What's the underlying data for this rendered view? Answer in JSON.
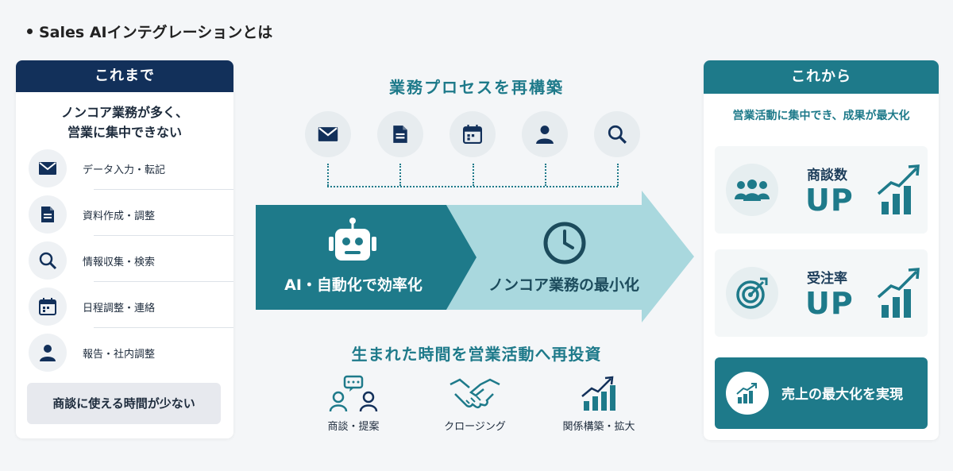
{
  "heading": "Sales AIインテグレーションとは",
  "colors": {
    "navy": "#12305a",
    "teal": "#1e7a8a",
    "light_teal": "#a9d8de"
  },
  "left": {
    "title": "これまで",
    "subtitle_line1": "ノンコア業務が多く、",
    "subtitle_line2": "営業に集中できない",
    "items": [
      {
        "label": "データ入力・転記",
        "icon": "mail-icon"
      },
      {
        "label": "資料作成・調整",
        "icon": "document-icon"
      },
      {
        "label": "情報収集・検索",
        "icon": "search-icon"
      },
      {
        "label": "日程調整・連絡",
        "icon": "calendar-icon"
      },
      {
        "label": "報告・社内調整",
        "icon": "user-icon"
      }
    ],
    "footer": "商談に使える時間が少ない"
  },
  "middle": {
    "title": "業務プロセスを再構築",
    "icons": [
      "mail-icon",
      "document-icon",
      "calendar-icon",
      "user-icon",
      "search-icon"
    ],
    "arrow_left_label": "AI・自動化で効率化",
    "arrow_right_label": "ノンコア業務の最小化",
    "reinvest_title": "生まれた時間を営業活動へ再投資",
    "reinvest_items": [
      {
        "label": "商談・提案",
        "icon": "meeting-icon"
      },
      {
        "label": "クロージング",
        "icon": "handshake-icon"
      },
      {
        "label": "関係構築・拡大",
        "icon": "growth-chart-icon"
      }
    ]
  },
  "right": {
    "title": "これから",
    "subtitle": "営業活動に集中でき、成果が最大化",
    "cards": [
      {
        "label": "商談数",
        "value": "UP",
        "icon": "team-icon"
      },
      {
        "label": "受注率",
        "value": "UP",
        "icon": "target-icon"
      }
    ],
    "footer": "売上の最大化を実現"
  }
}
